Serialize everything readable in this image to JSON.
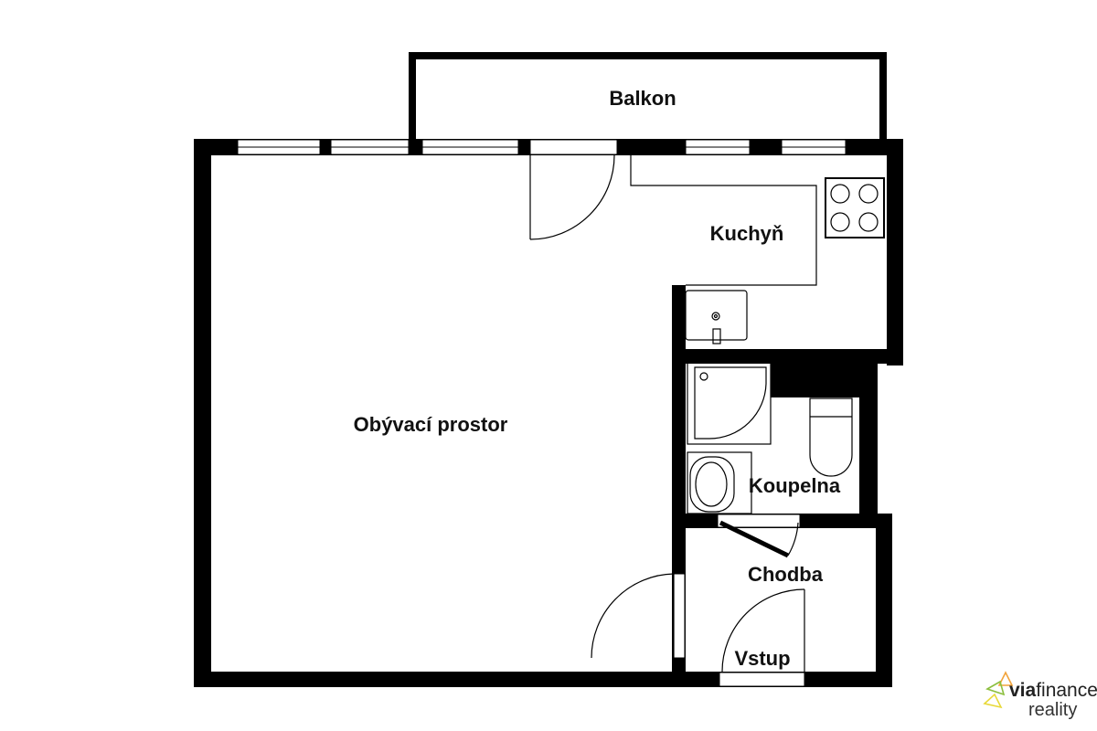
{
  "rooms": {
    "balcony": "Balkon",
    "kitchen": "Kuchyň",
    "living": "Obývací prostor",
    "bathroom": "Koupelna",
    "hallway": "Chodba",
    "entrance": "Vstup"
  },
  "logo": {
    "text_bold": "via",
    "text_regular": "finance",
    "subtitle": "reality",
    "colors": [
      "#f2a33a",
      "#8cbf3f",
      "#e8d93a"
    ]
  }
}
